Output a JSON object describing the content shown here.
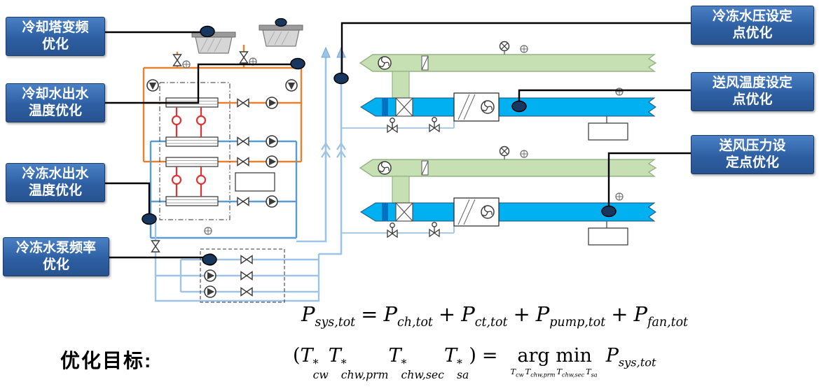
{
  "callouts": {
    "left": [
      {
        "id": "cooling-tower-vfd",
        "line1": "冷却塔变频",
        "line2": "优化"
      },
      {
        "id": "cooling-water-leaving-temp",
        "line1": "冷却水出水",
        "line2": "温度优化"
      },
      {
        "id": "chilled-water-leaving-temp",
        "line1": "冷冻水出水",
        "line2": "温度优化"
      },
      {
        "id": "chw-pump-frequency",
        "line1": "冷冻水泵频率",
        "line2": "优化"
      }
    ],
    "right": [
      {
        "id": "chw-pressure-setpoint",
        "line1": "冷冻水压设定",
        "line2": "点优化"
      },
      {
        "id": "supply-air-temp-setpoint",
        "line1": "送风温度设定",
        "line2": "点优化"
      },
      {
        "id": "supply-air-pressure-setpoint",
        "line1": "送风压力设",
        "line2": "定点优化"
      }
    ]
  },
  "objective_label": "优化目标:",
  "formulas": {
    "power": {
      "lhs": {
        "base": "P",
        "sub": "sys,tot"
      },
      "eq": "=",
      "plus": "+",
      "rhs": [
        {
          "base": "P",
          "sub": "ch,tot"
        },
        {
          "base": "P",
          "sub": "ct,tot"
        },
        {
          "base": "P",
          "sub": "pump,tot"
        },
        {
          "base": "P",
          "sub": "fan,tot"
        }
      ]
    },
    "argmin": {
      "lparen": "(",
      "rparen": ")",
      "eq": "=",
      "operator": "arg min",
      "decision_vars": [
        {
          "base": "T",
          "sup": "*",
          "sub": "cw"
        },
        {
          "base": "T",
          "sup": "*",
          "sub": "chw,prm"
        },
        {
          "base": "T",
          "sup": "*",
          "sub": "chw,sec"
        },
        {
          "base": "T",
          "sup": "*",
          "sub": "sa"
        }
      ],
      "under_vars": [
        {
          "base": "T",
          "sub": "cw"
        },
        {
          "base": "T",
          "sub": "chw,prm"
        },
        {
          "base": "T",
          "sub": "chw,sec"
        },
        {
          "base": "T",
          "sub": "sa"
        }
      ],
      "objective": {
        "base": "P",
        "sub": "sys,tot"
      }
    }
  },
  "icons": {
    "pump-icon": "circle with triangle",
    "valve-icon": "bowtie triangles",
    "gauge-icon": "circle with cross",
    "fan-icon": "circle with blades",
    "sensor-dot": "dark navy ellipse marker"
  },
  "colors": {
    "callout_bg": "#2e5fa3",
    "callout_border": "#1b3a66",
    "callout_text": "#ffffff",
    "sensor_dot": "#17375e",
    "condenser_water_orange": "#e8812f",
    "refrigerant_red": "#e03434",
    "chilled_water_blue": "#5b9bd5",
    "secondary_water_light_blue": "#9dc3e6",
    "supply_duct_cyan": "#00b0f0",
    "return_duct_green": "#c6e0b4",
    "connector_line": "#000000"
  }
}
